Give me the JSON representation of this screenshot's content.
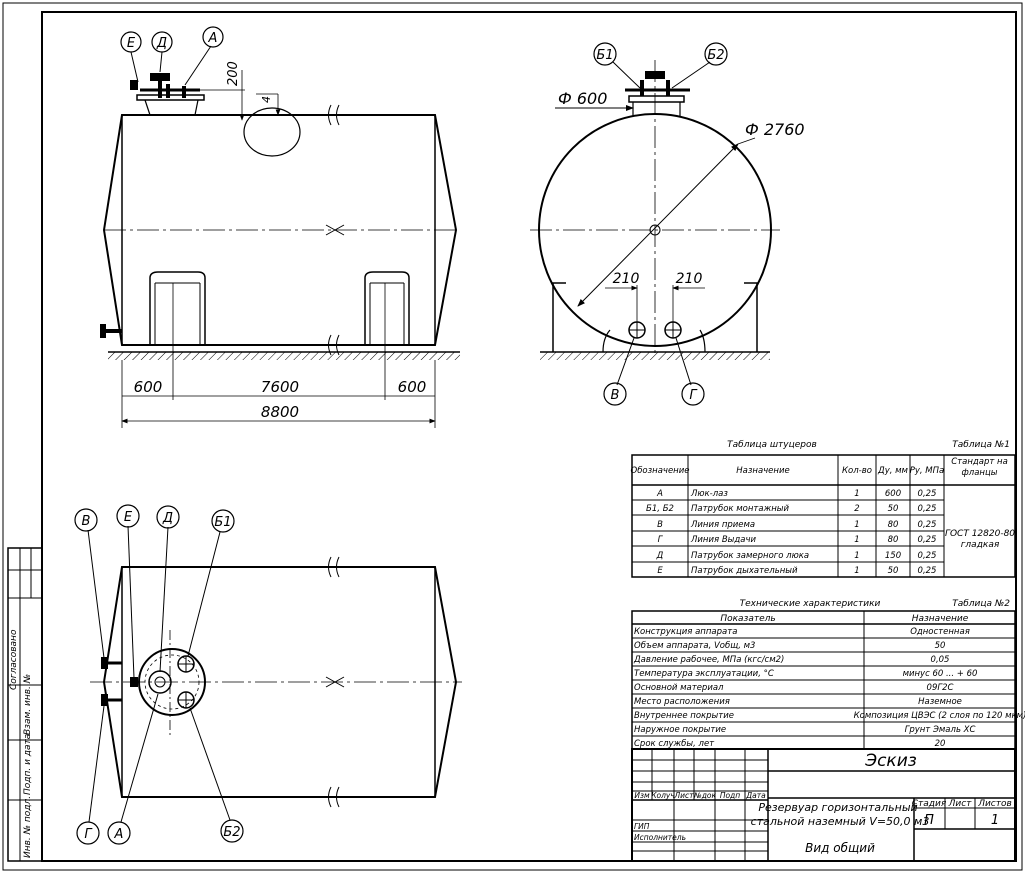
{
  "views": {
    "side": {
      "dims": {
        "left": "600",
        "middle": "7600",
        "right": "600",
        "total": "8800",
        "height": "200",
        "thickness": "4"
      },
      "callouts": [
        "Е",
        "Д",
        "А"
      ]
    },
    "front": {
      "dims": {
        "dia": "Ф 2760",
        "nozzle_dia": "Ф 600",
        "offset_left": "210",
        "offset_right": "210"
      },
      "callouts_top": [
        "Б1",
        "Б2"
      ],
      "callouts_bottom": [
        "В",
        "Г"
      ]
    },
    "plan": {
      "callouts_top": [
        "В",
        "Е",
        "Д",
        "Б1"
      ],
      "callouts_bottom": [
        "Г",
        "А",
        "Б2"
      ]
    }
  },
  "table1": {
    "title": "Таблица штуцеров",
    "number": "Таблица №1",
    "headers": [
      "Обозначение",
      "Назначение",
      "Кол-во",
      "Ду, мм",
      "Ру, МПа",
      "Стандарт на фланцы"
    ],
    "rows": [
      [
        "А",
        "Люк-лаз",
        "1",
        "600",
        "0,25"
      ],
      [
        "Б1, Б2",
        "Патрубок монтажный",
        "2",
        "50",
        "0,25"
      ],
      [
        "В",
        "Линия приема",
        "1",
        "80",
        "0,25"
      ],
      [
        "Г",
        "Линия Выдачи",
        "1",
        "80",
        "0,25"
      ],
      [
        "Д",
        "Патрубок замерного люка",
        "1",
        "150",
        "0,25"
      ],
      [
        "Е",
        "Патрубок дыхательный",
        "1",
        "50",
        "0,25"
      ]
    ],
    "standard": [
      "ГОСТ 12820-80",
      "гладкая"
    ]
  },
  "table2": {
    "title": "Технические характеристики",
    "number": "Таблица №2",
    "headers": [
      "Показатель",
      "Назначение"
    ],
    "rows": [
      [
        "Конструкция аппарата",
        "Одностенная"
      ],
      [
        "Объем аппарата, Vобщ, м3",
        "50"
      ],
      [
        "Давление рабочее, МПа (кгс/см2)",
        "0,05"
      ],
      [
        "Температура эксплуатации, °С",
        "минус 60 ... + 60"
      ],
      [
        "Основной материал",
        "09Г2С"
      ],
      [
        "Место расположения",
        "Наземное"
      ],
      [
        "Внутреннее покрытие",
        "Композиция ЦВЭС (2 слоя по 120 мкм)"
      ],
      [
        "Наружное покрытие",
        "Грунт Эмаль ХС"
      ],
      [
        "Срок службы, лет",
        "20"
      ]
    ]
  },
  "stamp": {
    "doc_code": "Эскиз",
    "cols": [
      "Изм",
      "Колуч",
      "Лист",
      "№док",
      "Подп",
      "Дата"
    ],
    "gip": "ГИП",
    "executor": "Исполнитель",
    "title_line1": "Резервуар горизонтальный",
    "title_line2": "стальной наземный V=50,0 м3",
    "stage_label": "Стадия",
    "sheet_label": "Лист",
    "sheets_label": "Листов",
    "stage": "П",
    "sheet": "",
    "sheets": "1",
    "view": "Вид общий"
  },
  "side_stamp": [
    "Согласовано",
    "Взам. инв. №",
    "Подп. и дата",
    "Инв. № подл."
  ]
}
